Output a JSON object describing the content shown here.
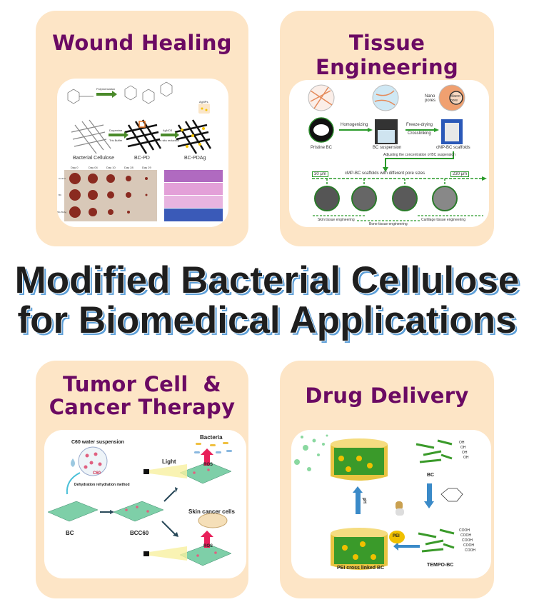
{
  "title": {
    "line1": "Modified Bacterial Cellulose",
    "line2": "for Biomedical Applications"
  },
  "panels": {
    "wound_healing": {
      "title": "Wound Healing",
      "labels": {
        "polymerization": "Polymerization",
        "dopamine": "Dopamine",
        "tris": "Tris Buffer",
        "agno3": "AgNO3",
        "reduction": "In situ reduction",
        "agnps": "AgNPs",
        "bc": "Bacterial Cellulose",
        "bcpd": "BC-PD",
        "bcpdag": "BC-PDAg"
      },
      "days": [
        "Day 0",
        "Day 04",
        "Day 10",
        "Day 28",
        "Day 29"
      ],
      "rows": [
        "Control",
        "BC",
        "BC-PDAg"
      ]
    },
    "tissue_engineering": {
      "title": "Tissue Engineering",
      "labels": {
        "pristine": "Pristine BC",
        "homogenizing": "Homogenizing",
        "suspension": "BC suspension",
        "freeze": "Freeze-drying",
        "crosslinking": "Crosslinking",
        "scaffolds": "cMP-BC scaffolds",
        "nano": "Nano pores",
        "macro": "Macro pore",
        "adjusting": "Adjusting the concentration of BC suspension",
        "pore_sizes": "cMP-BC scaffolds with different pore sizes",
        "min": "30 μm",
        "max": "230 μm",
        "skin": "Skin tissue engineering",
        "bone": "Bone tissue engineering",
        "cartilage": "Cartilage tissue engineering"
      }
    },
    "tumor": {
      "title_line1": "Tumor Cell  &",
      "title_line2": "Cancer Therapy",
      "labels": {
        "c60": "C60 water suspension",
        "c60_small": "C60",
        "method": "Dehydration rehydration method",
        "light": "Light",
        "bacteria": "Bacteria",
        "ros1": "ROS",
        "ros2": "ROS",
        "skin_cancer": "Skin cancer cells",
        "bc": "BC",
        "bcc60": "BCC60"
      }
    },
    "drug_delivery": {
      "title": "Drug Delivery",
      "labels": {
        "bc": "BC",
        "tempo": "TEMPO-BC",
        "pei": "PEI",
        "pei_linked": "PEI cross linked BC",
        "ph": "pH",
        "oh": "OH",
        "cooh": "COOH"
      }
    }
  },
  "colors": {
    "card": "#fde5c6",
    "title": "#6b0a63",
    "arrow_green": "#3a9a2a",
    "shadow_blue": "#5d9fd8"
  }
}
